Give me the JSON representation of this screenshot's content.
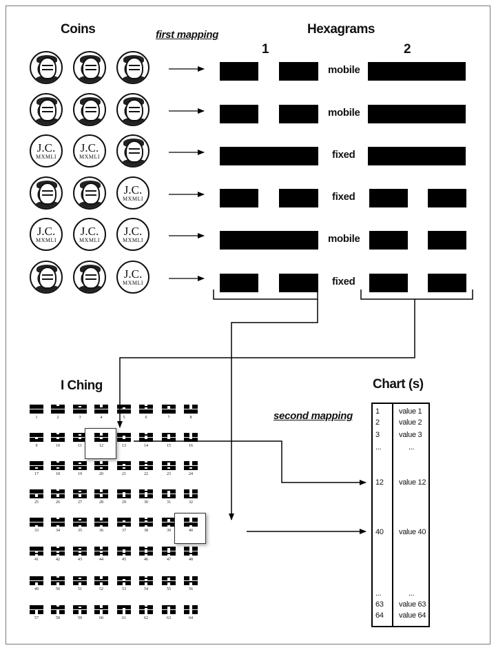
{
  "headers": {
    "coins": "Coins",
    "first_mapping": "first mapping",
    "hexagrams": "Hexagrams",
    "hex1": "1",
    "hex2": "2",
    "iching": "I Ching",
    "second_mapping": "second mapping",
    "chart": "Chart (s)"
  },
  "coin_rows": [
    [
      "head",
      "head",
      "head"
    ],
    [
      "head",
      "head",
      "head"
    ],
    [
      "tail",
      "tail",
      "head"
    ],
    [
      "head",
      "head",
      "tail"
    ],
    [
      "tail",
      "tail",
      "tail"
    ],
    [
      "head",
      "head",
      "tail"
    ]
  ],
  "coin_tail_text": {
    "top": "J.C.",
    "bottom": "MXMLI"
  },
  "lines": [
    {
      "hex1": "broken",
      "label": "mobile",
      "hex2": "solid"
    },
    {
      "hex1": "broken",
      "label": "mobile",
      "hex2": "solid"
    },
    {
      "hex1": "solid",
      "label": "fixed",
      "hex2": "solid"
    },
    {
      "hex1": "broken",
      "label": "fixed",
      "hex2": "broken"
    },
    {
      "hex1": "solid",
      "label": "mobile",
      "hex2": "broken"
    },
    {
      "hex1": "broken",
      "label": "fixed",
      "hex2": "broken"
    }
  ],
  "iching_numbers": [
    "1",
    "2",
    "3",
    "4",
    "5",
    "6",
    "7",
    "8",
    "9",
    "10",
    "11",
    "12",
    "13",
    "14",
    "15",
    "16",
    "17",
    "18",
    "19",
    "20",
    "21",
    "22",
    "23",
    "24",
    "25",
    "26",
    "27",
    "28",
    "29",
    "30",
    "31",
    "32",
    "33",
    "34",
    "35",
    "36",
    "37",
    "38",
    "39",
    "40",
    "41",
    "42",
    "43",
    "44",
    "45",
    "46",
    "47",
    "48",
    "49",
    "50",
    "51",
    "52",
    "53",
    "54",
    "55",
    "56",
    "57",
    "58",
    "59",
    "60",
    "61",
    "62",
    "63",
    "64"
  ],
  "highlighted": [
    "12",
    "40"
  ],
  "chart_rows": [
    {
      "num": "1",
      "val": "value 1"
    },
    {
      "num": "2",
      "val": "value 2"
    },
    {
      "num": "3",
      "val": "value 3"
    },
    {
      "num": "...",
      "val": "..."
    },
    {
      "num": "12",
      "val": "value 12"
    },
    {
      "num": "40",
      "val": "value 40"
    },
    {
      "num": "...",
      "val": "..."
    },
    {
      "num": "63",
      "val": "value 63"
    },
    {
      "num": "64",
      "val": "value 64"
    }
  ]
}
